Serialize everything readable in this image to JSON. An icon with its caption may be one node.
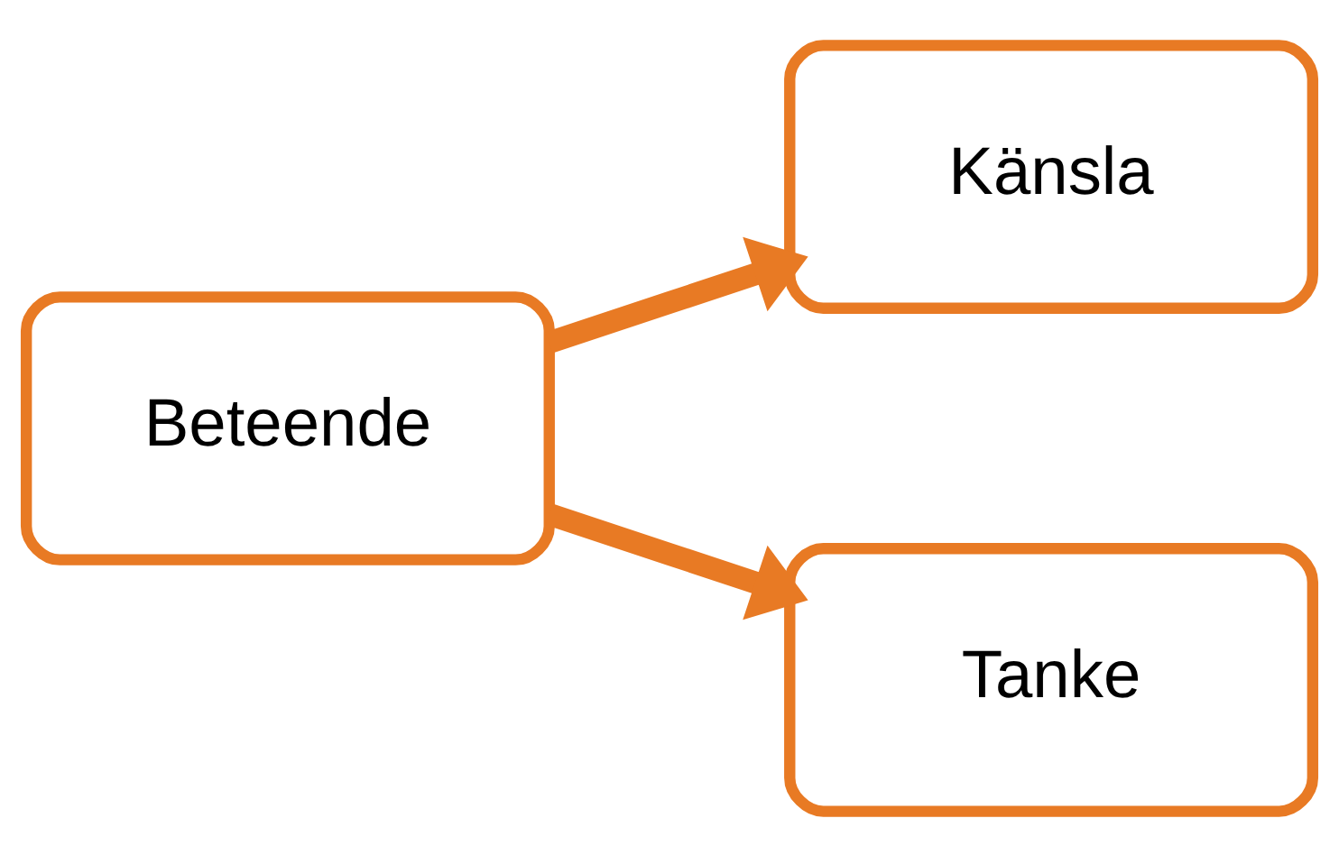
{
  "diagram": {
    "nodes": [
      {
        "text": [
          "Beteende"
        ]
      },
      {
        "text": [
          "Känsla"
        ]
      },
      {
        "text": [
          "Tanke"
        ]
      }
    ],
    "edges": [
      {
        "from": 0,
        "to": 1,
        "arrow": "to"
      },
      {
        "from": 0,
        "to": 2,
        "arrow": "to"
      }
    ]
  }
}
